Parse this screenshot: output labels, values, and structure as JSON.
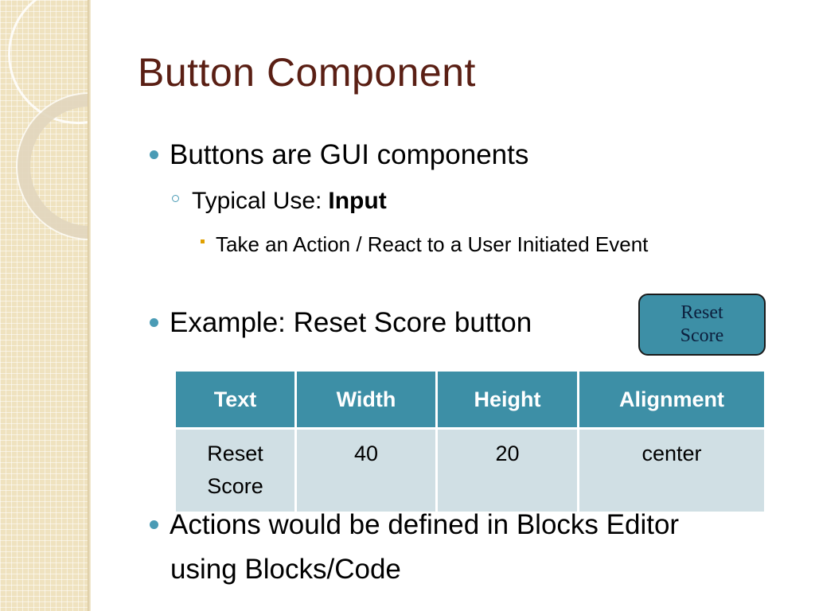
{
  "slide": {
    "title": "Button Component",
    "bullets": [
      {
        "text": "Buttons are GUI components",
        "sub": {
          "prefix": "Typical Use:",
          "bold": "Input",
          "sub": "Take an Action / React to a User Initiated Event"
        }
      },
      {
        "text": "Example: Reset Score button"
      },
      {
        "text_line1": "Actions would be defined in Blocks Editor",
        "text_line2": "using Blocks/Code"
      }
    ],
    "reset_button": {
      "line1": "Reset",
      "line2": "Score"
    },
    "table": {
      "headers": [
        "Text",
        "Width",
        "Height",
        "Alignment"
      ],
      "row": {
        "text_line1": "Reset",
        "text_line2": "Score",
        "width": "40",
        "height": "20",
        "alignment": "center"
      }
    },
    "colors": {
      "title": "#5a1f14",
      "accent": "#3d8fa6",
      "row_fill": "#d0dfe4",
      "strip": "#efe2bf",
      "bullet": "#4a9bb5"
    }
  }
}
